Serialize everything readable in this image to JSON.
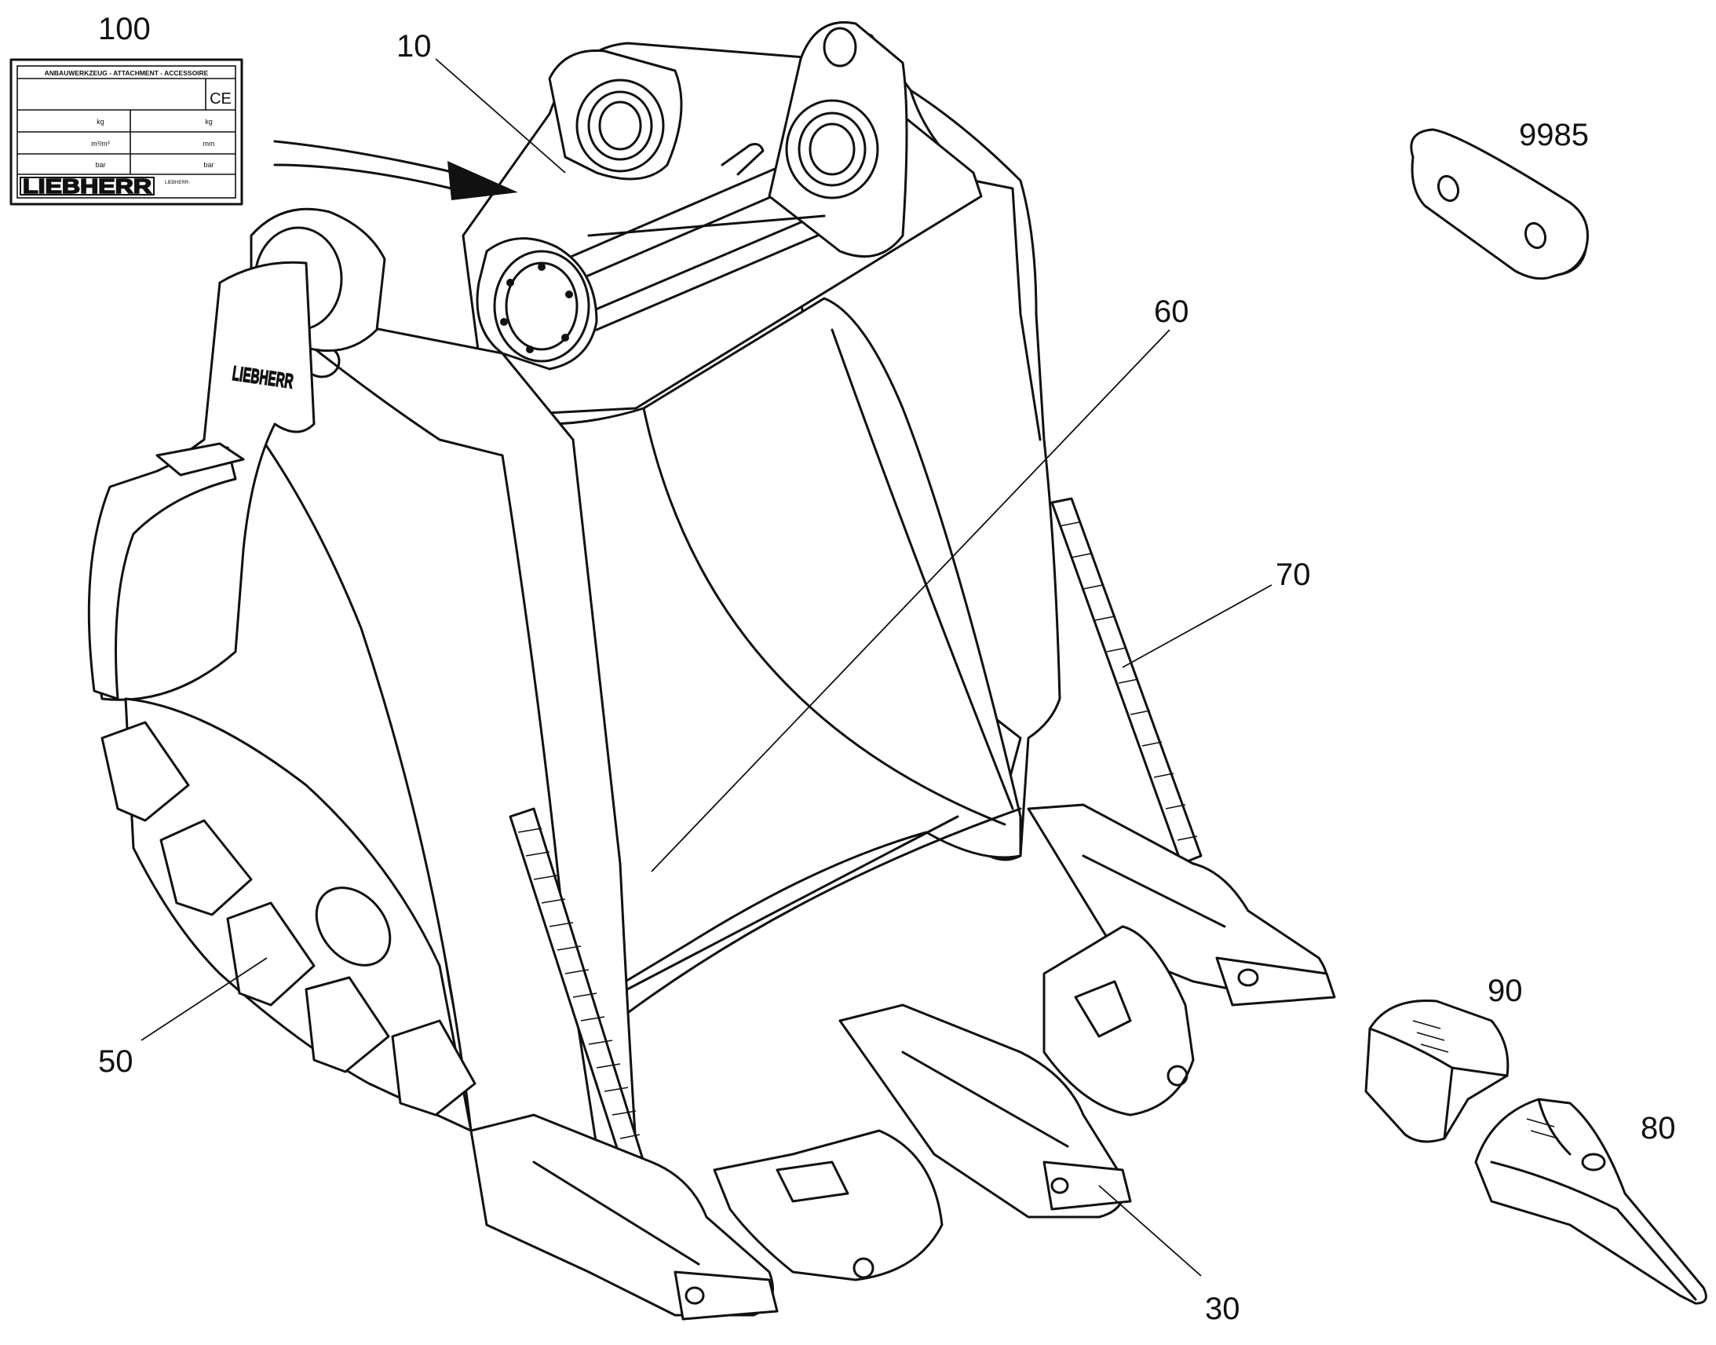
{
  "callouts": [
    {
      "id": "100",
      "label": "100"
    },
    {
      "id": "10",
      "label": "10"
    },
    {
      "id": "9985",
      "label": "9985"
    },
    {
      "id": "60",
      "label": "60"
    },
    {
      "id": "70",
      "label": "70"
    },
    {
      "id": "50",
      "label": "50"
    },
    {
      "id": "90",
      "label": "90"
    },
    {
      "id": "80",
      "label": "80"
    },
    {
      "id": "30",
      "label": "30"
    }
  ],
  "nameplate": {
    "header": "ANBAUWERKZEUG - ATTACHMENT - ACCESSOIRE",
    "ce_mark": "CE",
    "rows": [
      {
        "left": "kg",
        "right": "kg"
      },
      {
        "left": "m³/m³",
        "right": "mm"
      },
      {
        "left": "bar",
        "right": "bar"
      }
    ],
    "brand": "LIEBHERR",
    "brand_small": "LIEBHERR-"
  },
  "side_logo": "LIEBHERR"
}
